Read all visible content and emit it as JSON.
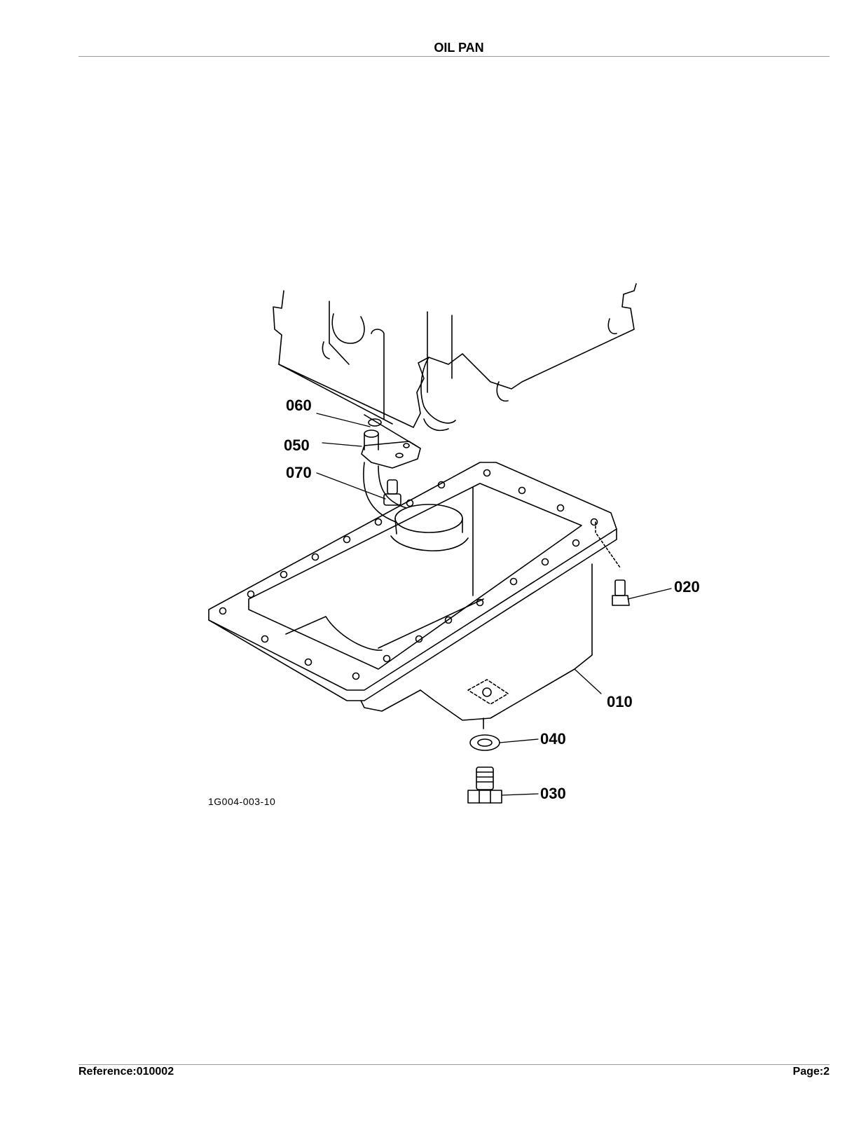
{
  "page": {
    "title": "OIL PAN",
    "reference": "Reference:010002",
    "page_number": "Page:2"
  },
  "diagram": {
    "figure_ref": "1G004-003-10",
    "callouts": [
      {
        "id": "060",
        "label": "060"
      },
      {
        "id": "050",
        "label": "050"
      },
      {
        "id": "070",
        "label": "070"
      },
      {
        "id": "020",
        "label": "020"
      },
      {
        "id": "010",
        "label": "010"
      },
      {
        "id": "040",
        "label": "040"
      },
      {
        "id": "030",
        "label": "030"
      }
    ]
  }
}
